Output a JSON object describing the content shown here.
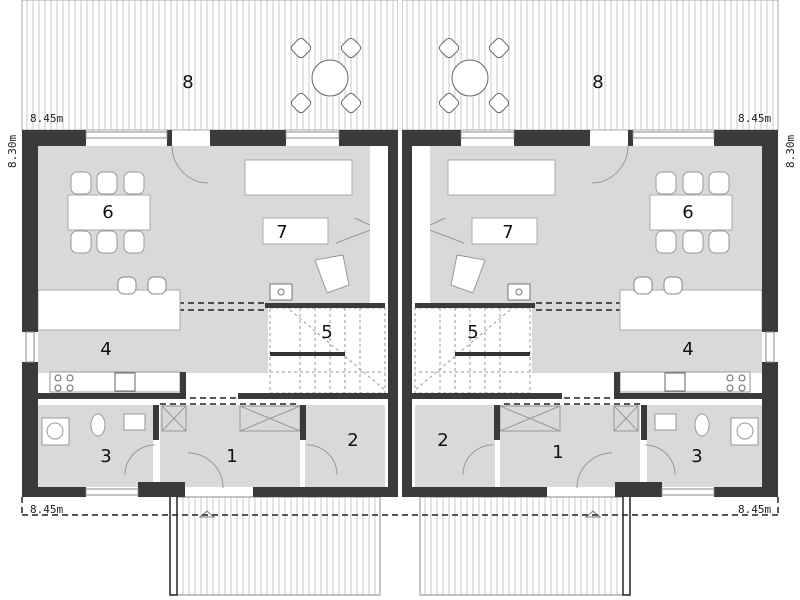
{
  "plan": {
    "colors": {
      "wall": "#3a3a3a",
      "floor": "#d9d9d9",
      "line": "#b0b0b0"
    },
    "dimensions": {
      "width": "8.45m",
      "depth": "8.30m"
    },
    "units": [
      {
        "rooms": {
          "r1": "1",
          "r2": "2",
          "r3": "3",
          "r4": "4",
          "r5": "5",
          "r6": "6",
          "r7": "7",
          "r8": "8"
        }
      },
      {
        "rooms": {
          "r1": "1",
          "r2": "2",
          "r3": "3",
          "r4": "4",
          "r5": "5",
          "r6": "6",
          "r7": "7",
          "r8": "8"
        }
      }
    ]
  }
}
